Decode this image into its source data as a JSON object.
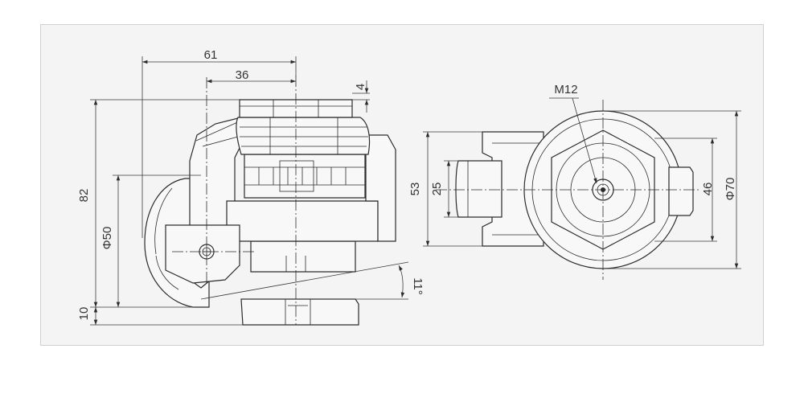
{
  "side_view": {
    "dim_width_total": "61",
    "dim_width_half": "36",
    "dim_pad_thickness": "4",
    "dim_total_height": "82",
    "dim_wheel_diameter": "Φ50",
    "dim_base_height": "10",
    "dim_swivel_angle": "11°"
  },
  "top_view": {
    "thread_label": "M12",
    "dim_body_height": "53",
    "dim_tab_height": "25",
    "dim_hex_width": "46",
    "dim_outer_diameter": "Φ70"
  }
}
